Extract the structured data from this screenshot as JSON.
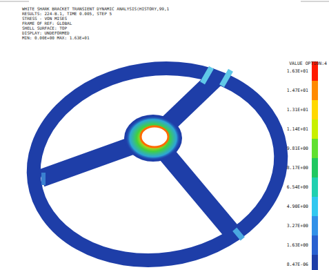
{
  "diagram": {
    "labels": [
      "WHITE SHARK BRACKET TRANSIENT DYNAMIC ANALYSIS(HISTORY,99,1",
      "RESULTS: 224-B.1, TIME 0.005, STEP 5",
      "STRESS - VON MISES",
      "FRAME OF REF: GLOBAL",
      "SHELL SURFACE: TOP",
      "DISPLAY: UNDEFORMED",
      "MIN: 0.00E+00 MAX: 1.63E+01",
      "VALUE OPTION:4"
    ],
    "legend": [
      {
        "text": "1.63E+01",
        "color": "#ff1a00"
      },
      {
        "text": "1.47E+01",
        "color": "#ff8a00"
      },
      {
        "text": "1.31E+01",
        "color": "#ffd800"
      },
      {
        "text": "1.14E+01",
        "color": "#c8f000"
      },
      {
        "text": "9.81E+00",
        "color": "#60e030"
      },
      {
        "text": "8.17E+00",
        "color": "#20c860"
      },
      {
        "text": "6.54E+00",
        "color": "#20d0b0"
      },
      {
        "text": "4.90E+00",
        "color": "#30c8f0"
      },
      {
        "text": "3.27E+00",
        "color": "#3090e8"
      },
      {
        "text": "1.63E+00",
        "color": "#2860d0"
      },
      {
        "text": "8.47E-06",
        "color": "#1e3ea8"
      }
    ]
  }
}
